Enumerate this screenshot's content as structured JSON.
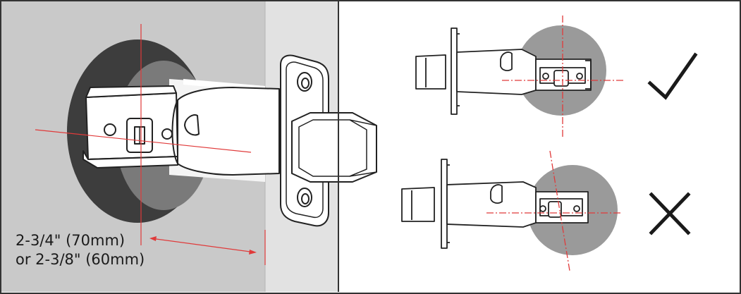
{
  "backset": {
    "line1": "2-3/4\" (70mm)",
    "line2": "or 2-3/8\" (60mm)"
  },
  "indicators": {
    "correct": "check-mark",
    "incorrect": "x-mark"
  },
  "colors": {
    "guide_line": "#e03a3a",
    "bore_hole": "#3b3b3b",
    "bore_inner": "#7a7a7a",
    "circle_fill": "#9a9a9a",
    "door_face": "#c9c9c9",
    "door_edge": "#e2e2e2",
    "outline": "#222222"
  }
}
